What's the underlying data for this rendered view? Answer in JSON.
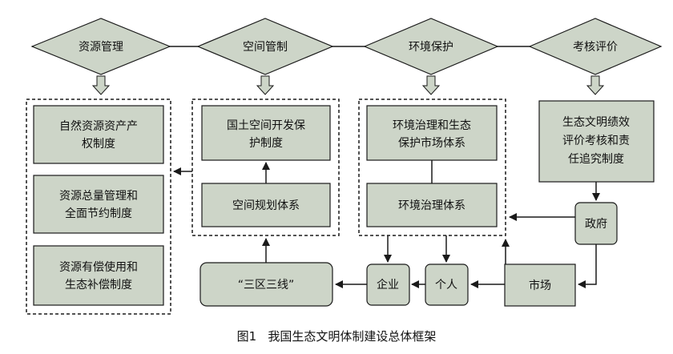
{
  "colors": {
    "fill": "#cdd5c8",
    "stroke": "#1a1a1a",
    "background": "#ffffff"
  },
  "header": {
    "diamonds": [
      "资源管理",
      "空间管制",
      "环境保护",
      "考核评价"
    ]
  },
  "resources": {
    "box1": [
      "自然资源资产产",
      "权制度"
    ],
    "box2": [
      "资源总量管理和",
      "全面节约制度"
    ],
    "box3": [
      "资源有偿使用和",
      "生态补偿制度"
    ]
  },
  "spatial": {
    "top": [
      "国土空间开发保",
      "护制度"
    ],
    "bottom": "空间规划体系"
  },
  "environment": {
    "top": [
      "环境治理和生态",
      "保护市场体系"
    ],
    "bottom": "环境治理体系"
  },
  "evaluation": {
    "box": [
      "生态文明绩效",
      "评价考核和责",
      "任追究制度"
    ]
  },
  "actors": {
    "government": "政府",
    "market": "市场",
    "individual": "个人",
    "enterprise": "企业",
    "three_zones": "“三区三线”"
  },
  "caption": "图1   我国生态文明体制建设总体框架"
}
